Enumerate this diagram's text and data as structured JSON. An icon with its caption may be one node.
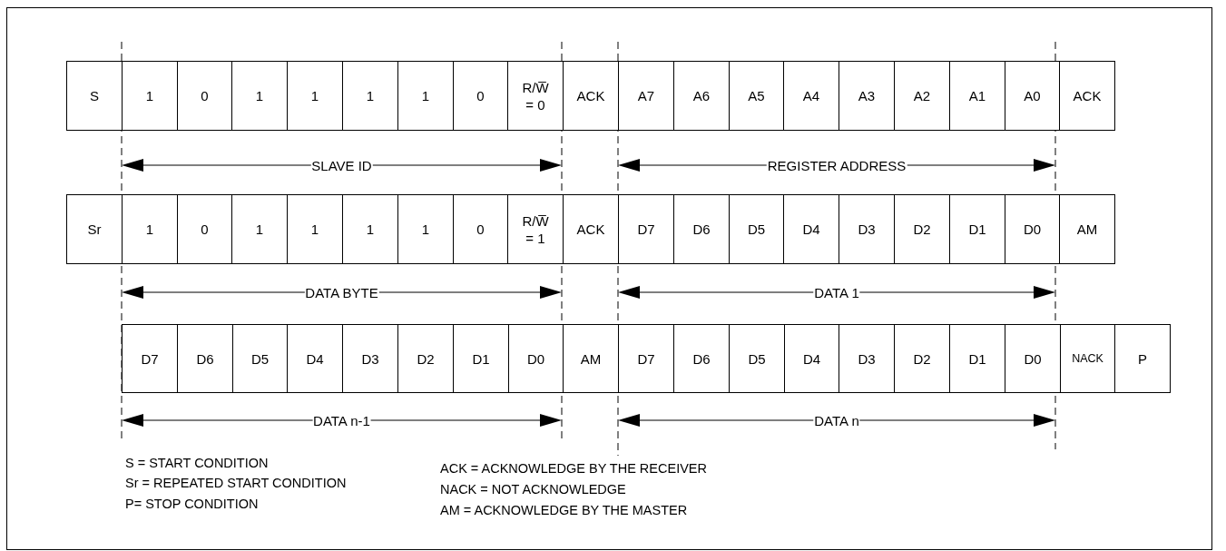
{
  "diagram": {
    "nodes": [
      {
        "text": [
          "S"
        ]
      },
      {
        "text": [
          "1"
        ]
      },
      {
        "text": [
          "0"
        ]
      },
      {
        "text": [
          "1"
        ]
      },
      {
        "text": [
          "1"
        ]
      },
      {
        "text": [
          "1"
        ]
      },
      {
        "text": [
          "1"
        ]
      },
      {
        "text": [
          "0"
        ]
      },
      {
        "text": [
          "R/W̅ = 0"
        ]
      },
      {
        "text": [
          "ACK"
        ]
      },
      {
        "text": [
          "A7"
        ]
      },
      {
        "text": [
          "A6"
        ]
      },
      {
        "text": [
          "A5"
        ]
      },
      {
        "text": [
          "A4"
        ]
      },
      {
        "text": [
          "A3"
        ]
      },
      {
        "text": [
          "A2"
        ]
      },
      {
        "text": [
          "A1"
        ]
      },
      {
        "text": [
          "A0"
        ]
      },
      {
        "text": [
          "ACK"
        ]
      },
      {
        "text": [
          "Sr"
        ]
      },
      {
        "text": [
          "1"
        ]
      },
      {
        "text": [
          "0"
        ]
      },
      {
        "text": [
          "1"
        ]
      },
      {
        "text": [
          "1"
        ]
      },
      {
        "text": [
          "1"
        ]
      },
      {
        "text": [
          "1"
        ]
      },
      {
        "text": [
          "0"
        ]
      },
      {
        "text": [
          "R/W̅ = 1"
        ]
      },
      {
        "text": [
          "ACK"
        ]
      },
      {
        "text": [
          "D7"
        ]
      },
      {
        "text": [
          "D6"
        ]
      },
      {
        "text": [
          "D5"
        ]
      },
      {
        "text": [
          "D4"
        ]
      },
      {
        "text": [
          "D3"
        ]
      },
      {
        "text": [
          "D2"
        ]
      },
      {
        "text": [
          "D1"
        ]
      },
      {
        "text": [
          "D0"
        ]
      },
      {
        "text": [
          "AM"
        ]
      },
      {
        "text": [
          "D7"
        ]
      },
      {
        "text": [
          "D6"
        ]
      },
      {
        "text": [
          "D5"
        ]
      },
      {
        "text": [
          "D4"
        ]
      },
      {
        "text": [
          "D3"
        ]
      },
      {
        "text": [
          "D2"
        ]
      },
      {
        "text": [
          "D1"
        ]
      },
      {
        "text": [
          "D0"
        ]
      },
      {
        "text": [
          "AM"
        ]
      },
      {
        "text": [
          "D7"
        ]
      },
      {
        "text": [
          "D6"
        ]
      },
      {
        "text": [
          "D5"
        ]
      },
      {
        "text": [
          "D4"
        ]
      },
      {
        "text": [
          "D3"
        ]
      },
      {
        "text": [
          "D2"
        ]
      },
      {
        "text": [
          "D1"
        ]
      },
      {
        "text": [
          "D0"
        ]
      },
      {
        "text": [
          "NACK"
        ]
      },
      {
        "text": [
          "P"
        ]
      }
    ],
    "labels": [
      "SLAVE ID",
      "REGISTER ADDRESS",
      "DATA BYTE",
      "DATA 1",
      "DATA n-1",
      "DATA n",
      "S = START CONDITION",
      "Sr = REPEATED START CONDITION",
      "P= STOP CONDITION",
      "ACK = ACKNOWLEDGE BY THE RECEIVER",
      "NACK = NOT ACKNOWLEDGE",
      "AM = ACKNOWLEDGE BY THE MASTER"
    ]
  }
}
